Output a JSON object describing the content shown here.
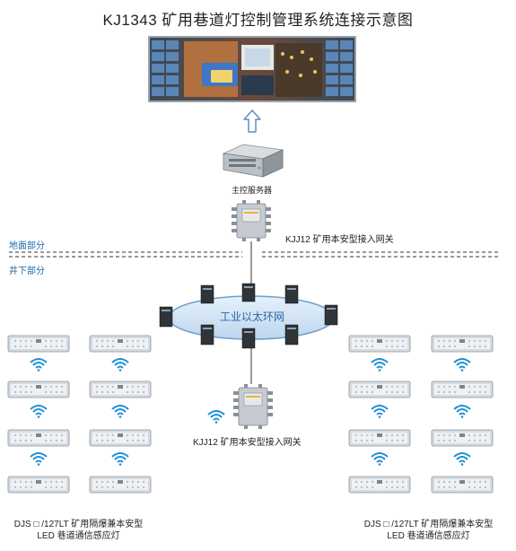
{
  "title": "KJ1343 矿用巷道灯控制管理系统连接示意图",
  "server_label": "主控服务器",
  "gateway_top_label": "KJJ12 矿用本安型接入网关",
  "gateway_bottom_label": "KJJ12 矿用本安型接入网关",
  "ground_section_label": "地面部分",
  "underground_section_label": "井下部分",
  "ring_label": "工业以太环网",
  "left_caption": {
    "line1": "DJS □ /127LT 矿用隔爆兼本安型",
    "line2": "LED 巷道通信感应灯"
  },
  "right_caption": {
    "line1": "DJS □ /127LT 矿用隔爆兼本安型",
    "line2": "LED 巷道通信感应灯"
  },
  "colors": {
    "accent_blue": "#1c6aa8",
    "ring_fill": "#cfe3f5",
    "wifi_blue": "#1e8fd6",
    "lamp_body": "#cfd6dc"
  }
}
